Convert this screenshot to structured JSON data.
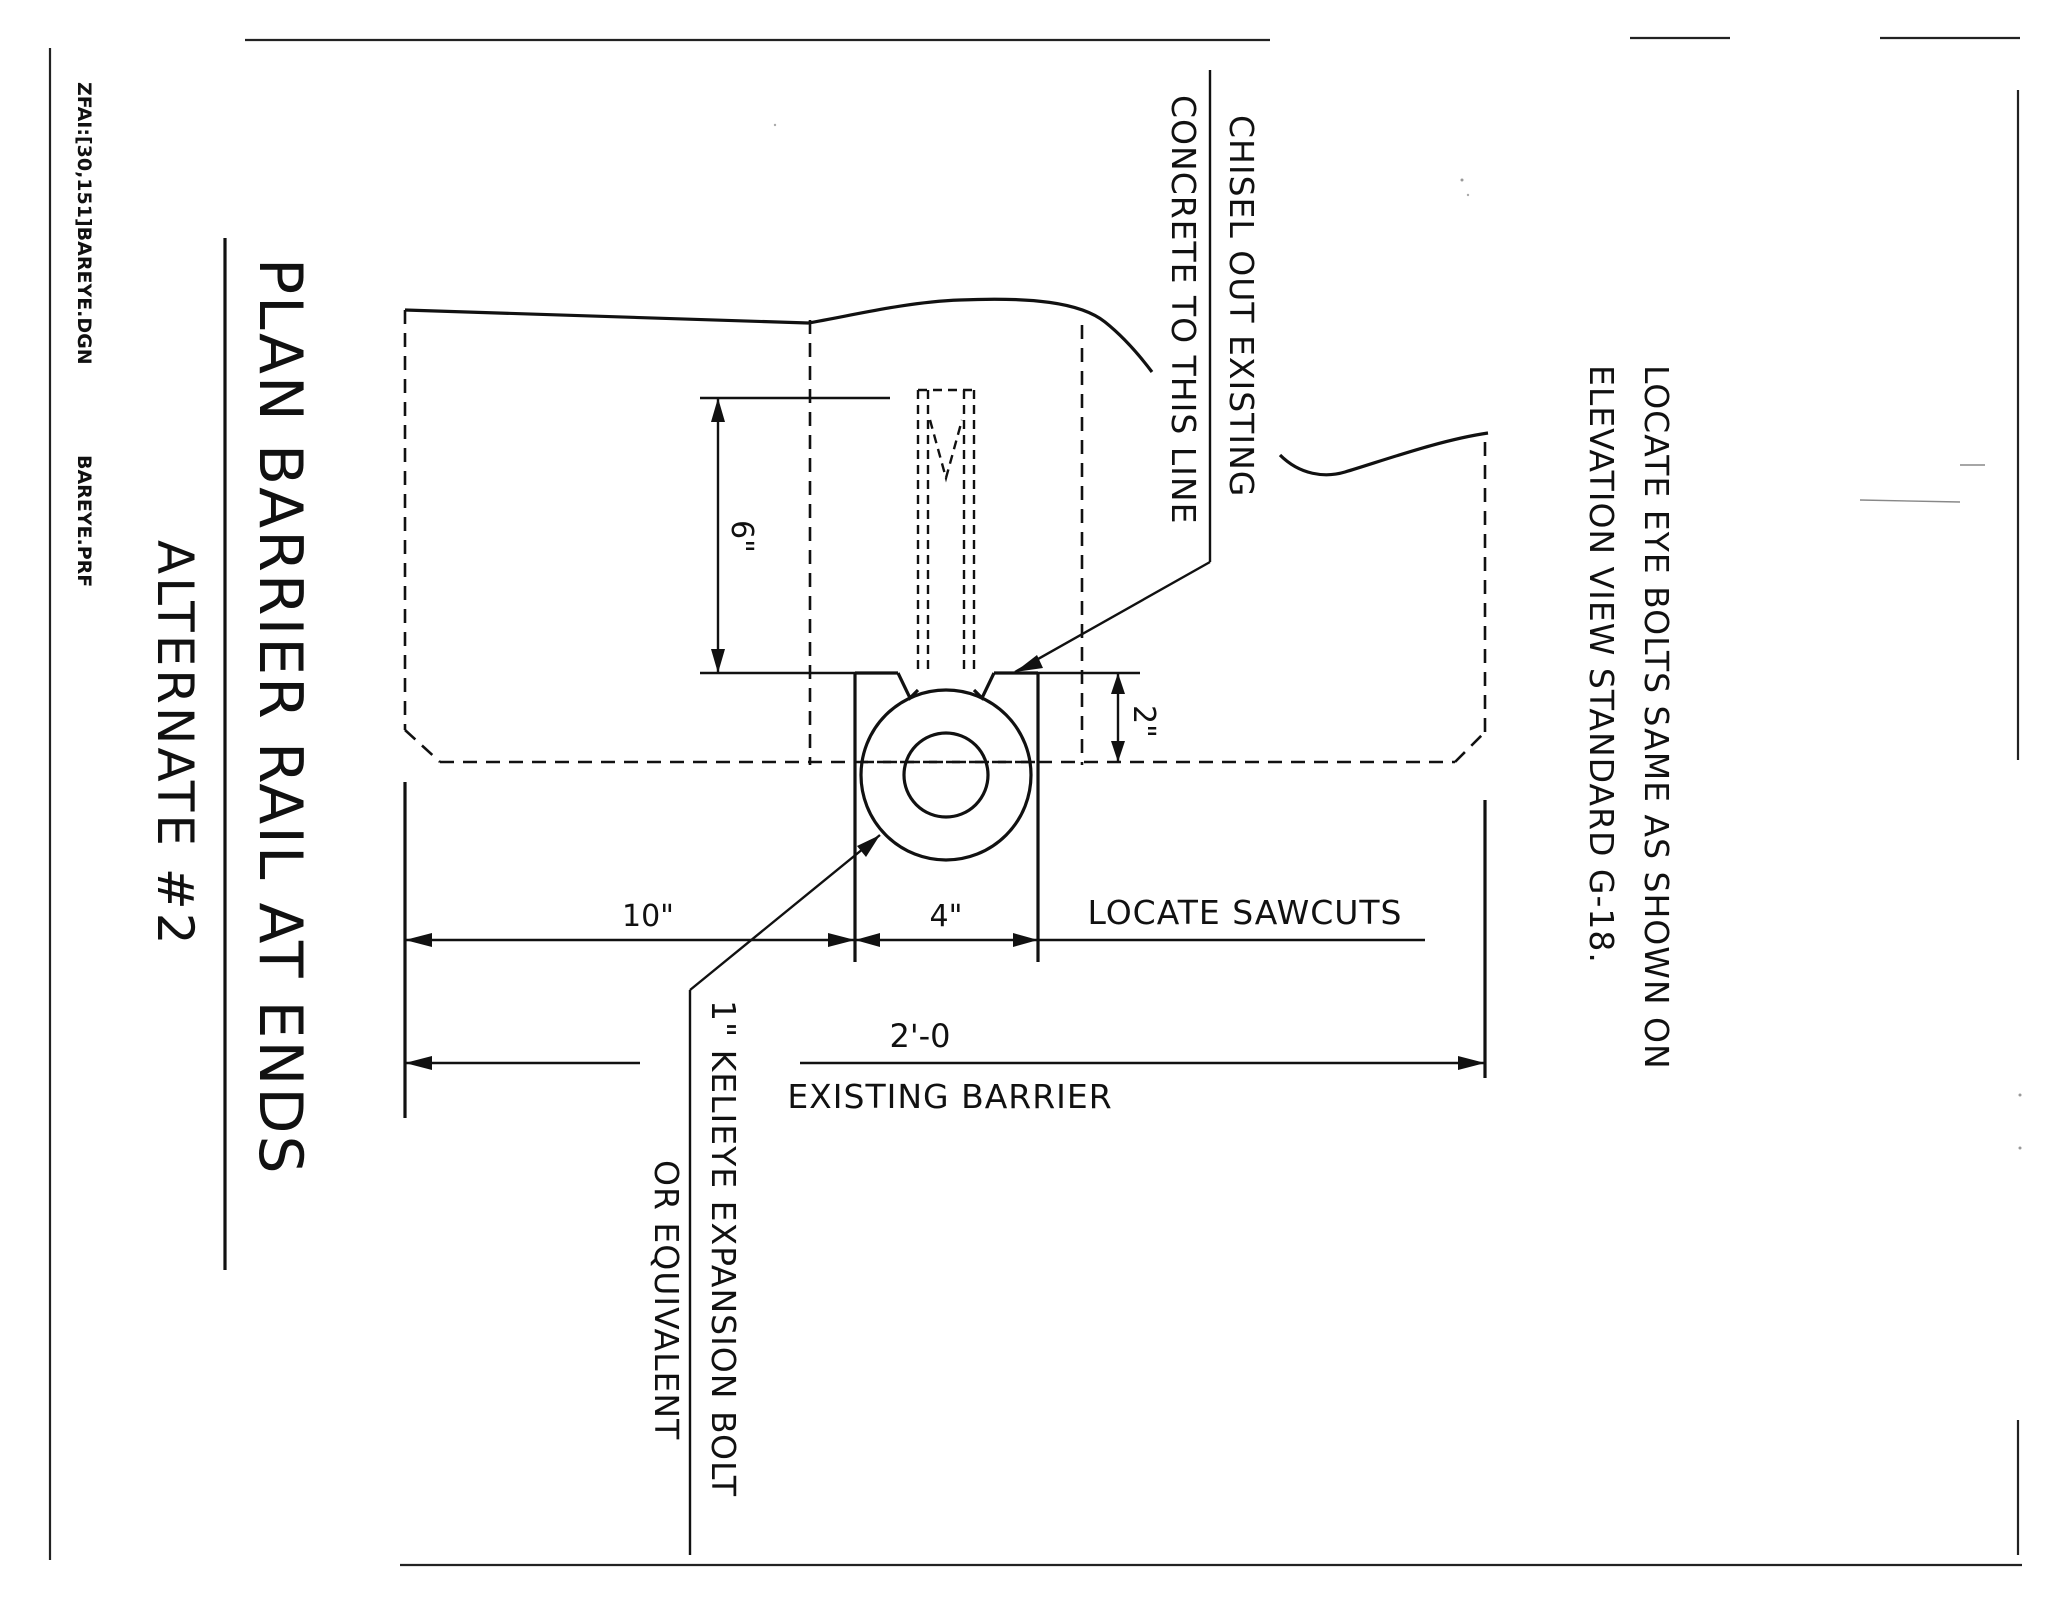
{
  "drawing": {
    "title": "PLAN BARRIER RAIL AT ENDS",
    "subtitle": "ALTERNATE #2",
    "file_name": "ZFAI:[30,151]BAREYE.DGN",
    "profile_name": "BAREYE.PRF"
  },
  "notes": {
    "chisel_line1": "CHISEL OUT EXISTING",
    "chisel_line2": "CONCRETE TO THIS LINE",
    "locate_line1": "LOCATE EYE BOLTS SAME AS SHOWN ON",
    "locate_line2": "ELEVATION VIEW STANDARD G-18.",
    "bolt_line1": "1\" KELIEYE EXPANSION BOLT",
    "bolt_line2": "OR EQUIVALENT",
    "sawcuts": "LOCATE SAWCUTS",
    "existing_barrier": "EXISTING BARRIER"
  },
  "dimensions": {
    "depth_6": "6\"",
    "depth_2": "2\"",
    "width_10": "10\"",
    "width_4": "4\"",
    "width_total": "2'-0"
  }
}
